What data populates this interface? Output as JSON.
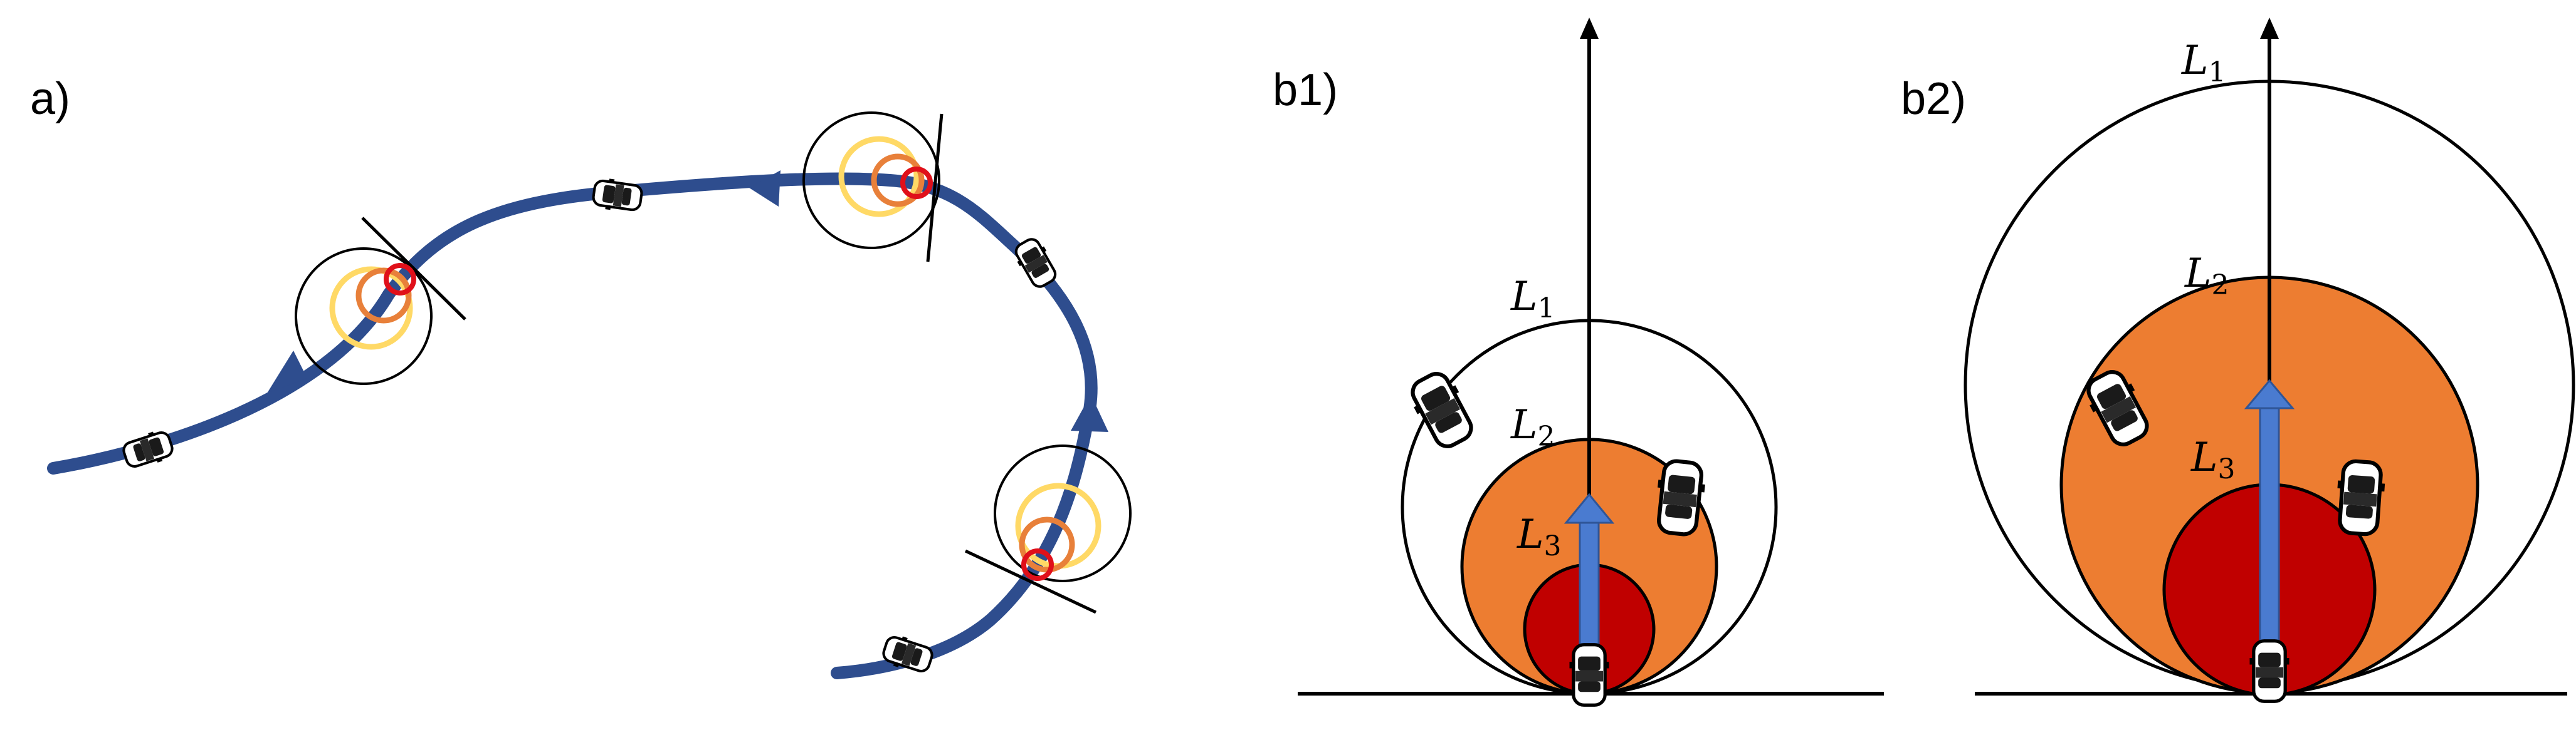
{
  "panels": {
    "a": {
      "label": "a)"
    },
    "b1": {
      "label": "b1)",
      "l1": {
        "base": "L",
        "sub": "1"
      },
      "l2": {
        "base": "L",
        "sub": "2"
      },
      "l3": {
        "base": "L",
        "sub": "3"
      }
    },
    "b2": {
      "label": "b2)",
      "l1": {
        "base": "L",
        "sub": "1"
      },
      "l2": {
        "base": "L",
        "sub": "2"
      },
      "l3": {
        "base": "L",
        "sub": "3"
      }
    }
  },
  "colors": {
    "trajectory": "#2E4D8E",
    "arrow_blue": "#4A7BD0",
    "zone_l1": "#FFFFFF",
    "zone_l2": "#ED7D31",
    "zone_l3": "#C00000",
    "ring_yellow": "#FFD966",
    "ring_orange": "#E8803A",
    "ring_red": "#E0101A",
    "line": "#000000"
  },
  "icons": [
    "car-icon",
    "trajectory-arrow-icon",
    "heading-arrow-icon"
  ]
}
